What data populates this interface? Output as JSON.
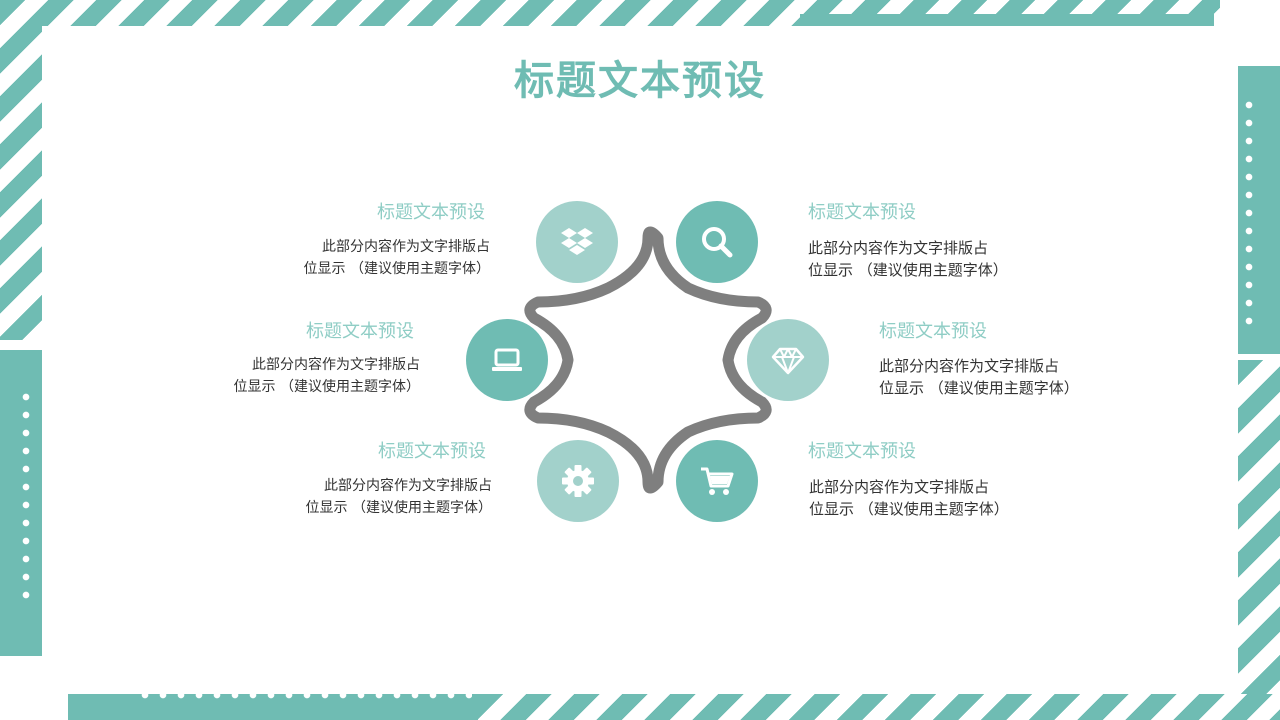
{
  "slide": {
    "title": "标题文本预设",
    "colors": {
      "accent": "#6fbcb3",
      "accent_light": "#a2d1cb",
      "ring": "#7f7f7f",
      "text": "#333333"
    },
    "items": [
      {
        "title": "标题文本预设",
        "desc_line1": "此部分内容作为文字排版占",
        "desc_line2": "位显示 （建议使用主题字体）",
        "icon": "dropbox-icon"
      },
      {
        "title": "标题文本预设",
        "desc_line1": "此部分内容作为文字排版占",
        "desc_line2": "位显示 （建议使用主题字体）",
        "icon": "search-icon"
      },
      {
        "title": "标题文本预设",
        "desc_line1": "此部分内容作为文字排版占",
        "desc_line2": "位显示 （建议使用主题字体）",
        "icon": "laptop-icon"
      },
      {
        "title": "标题文本预设",
        "desc_line1": "此部分内容作为文字排版占",
        "desc_line2": "位显示 （建议使用主题字体）",
        "icon": "diamond-icon"
      },
      {
        "title": "标题文本预设",
        "desc_line1": "此部分内容作为文字排版占",
        "desc_line2": "位显示 （建议使用主题字体）",
        "icon": "gear-icon"
      },
      {
        "title": "标题文本预设",
        "desc_line1": "此部分内容作为文字排版占",
        "desc_line2": "位显示 （建议使用主题字体）",
        "icon": "cart-icon"
      }
    ]
  }
}
